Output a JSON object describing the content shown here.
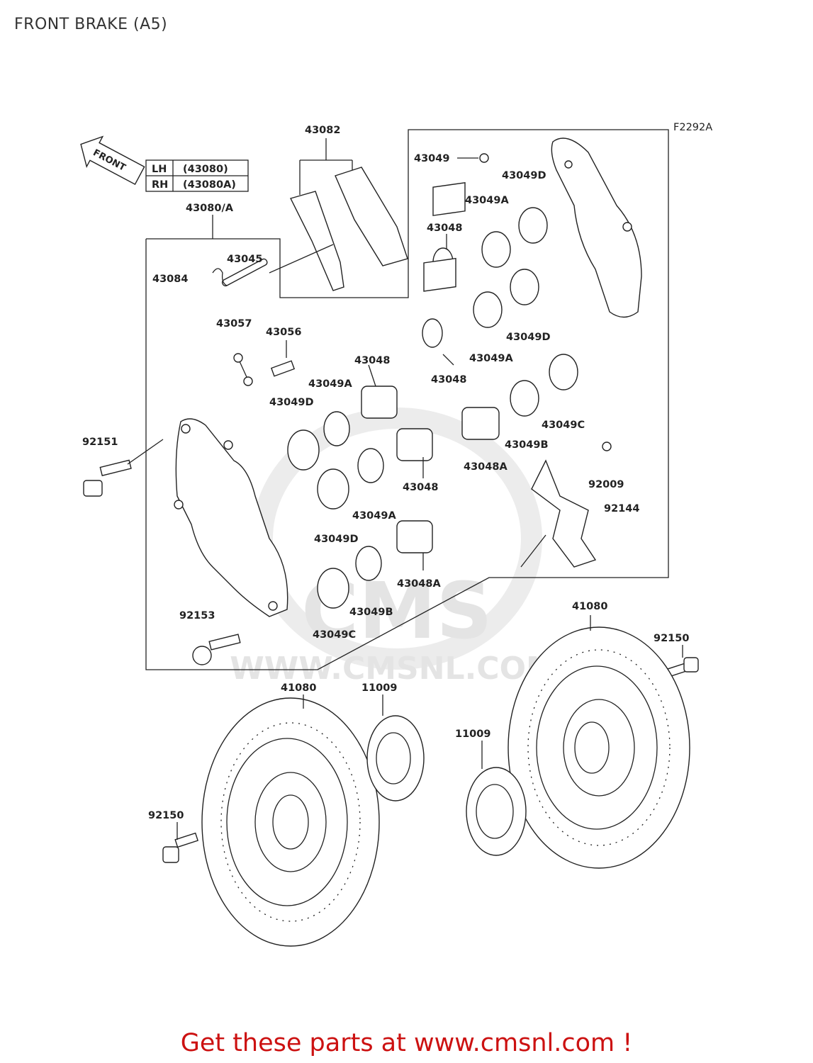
{
  "title": "FRONT BRAKE (A5)",
  "figure_code": "F2292A",
  "front_marker": "FRONT",
  "side_table": [
    {
      "side": "LH",
      "part": "(43080)"
    },
    {
      "side": "RH",
      "part": "(43080A)"
    }
  ],
  "watermark": {
    "logo": "CMS",
    "url": "WWW.CMSNL.COM"
  },
  "labels": {
    "l43082": "43082",
    "l43080A": "43080/A",
    "l43045": "43045",
    "l43084": "43084",
    "l43057": "43057",
    "l43056": "43056",
    "l92151": "92151",
    "l92153": "92153",
    "l43049_top": "43049",
    "l43049D_1": "43049D",
    "l43049A_1": "43049A",
    "l43048_1": "43048",
    "l43049D_2": "43049D",
    "l43049A_2": "43049A",
    "l43048_2": "43048",
    "l43049C_1": "43049C",
    "l43049B_1": "43049B",
    "l43048A_1": "43048A",
    "l92009": "92009",
    "l92144": "92144",
    "l43048_3": "43048",
    "l43049A_3": "43049A",
    "l43049D_3": "43049D",
    "l43048_4": "43048",
    "l43049A_4": "43049A",
    "l43049D_4": "43049D",
    "l43049B_2": "43049B",
    "l43049C_2": "43049C",
    "l43048A_2": "43048A",
    "l41080_1": "41080",
    "l11009_1": "11009",
    "l92150_1": "92150",
    "l41080_2": "41080",
    "l11009_2": "11009",
    "l92150_2": "92150"
  },
  "footer": "Get these parts at www.cmsnl.com !"
}
